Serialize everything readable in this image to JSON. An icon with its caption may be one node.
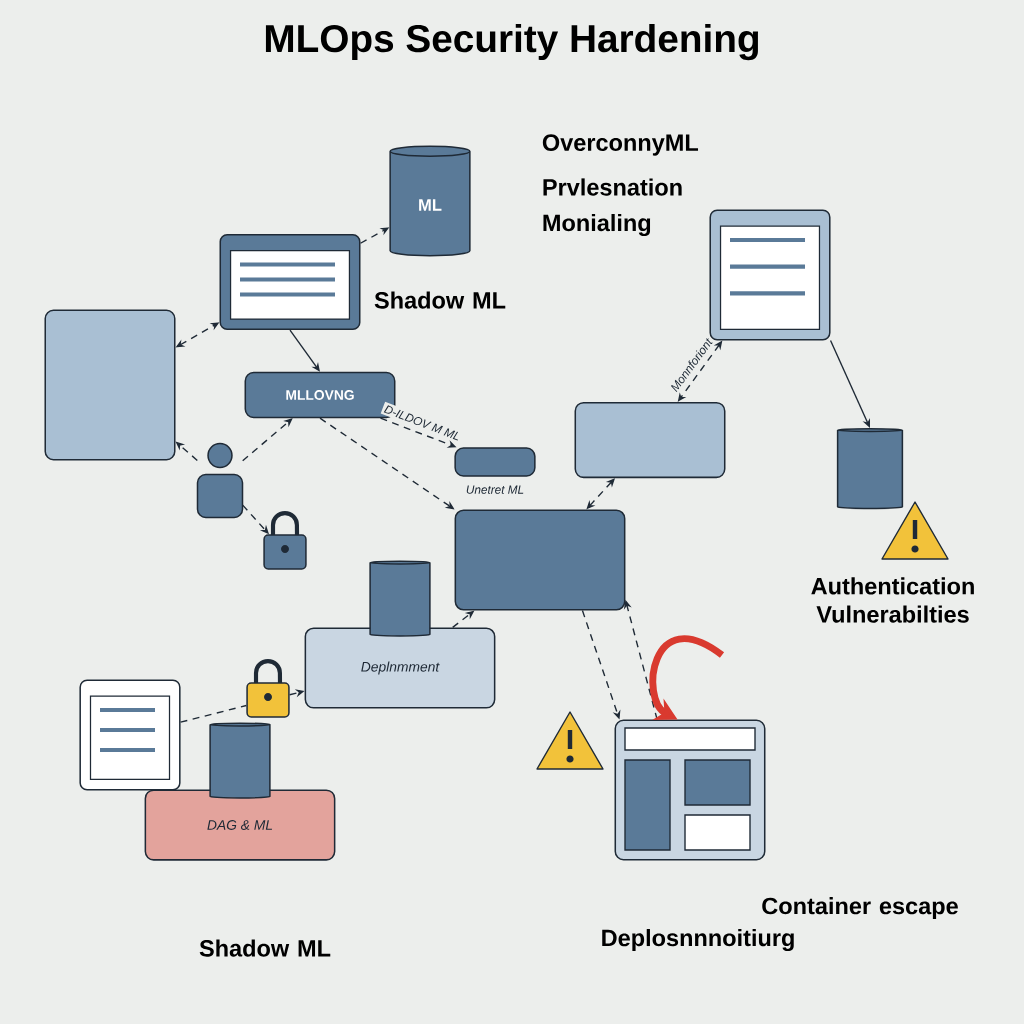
{
  "diagram": {
    "title": "MLOps Security Hardening",
    "nodes": [
      {
        "text": [
          "ML"
        ]
      },
      {
        "text": [],
        "shape": "box"
      },
      {
        "text": [],
        "shape": "box"
      },
      {
        "text": [
          "MLLOVNG"
        ]
      },
      {
        "text": [],
        "shape": "person"
      },
      {
        "text": [],
        "shape": "picture"
      },
      {
        "text": [],
        "shape": "box",
        "beside": [
          "Unetret ML"
        ]
      },
      {
        "text": [],
        "shape": "box"
      },
      {
        "text": [],
        "shape": "box"
      },
      {
        "text": [],
        "shape": "box"
      },
      {
        "text": [],
        "shape": "cylinder"
      },
      {
        "text": [
          "Deplnmment"
        ]
      },
      {
        "text": [
          "DAG & ML"
        ]
      },
      {
        "text": [],
        "shape": "box"
      },
      {
        "text": [],
        "shape": "picture"
      },
      {
        "text": [],
        "shape": "box"
      }
    ],
    "edges": [
      {
        "from": 1,
        "to": 0,
        "arrow": "to",
        "style": "dashed"
      },
      {
        "from": 2,
        "to": 1,
        "arrow": "both",
        "style": "dashed"
      },
      {
        "from": 1,
        "to": 3,
        "arrow": "to"
      },
      {
        "from": 4,
        "to": 3,
        "arrow": "to",
        "style": "dashed"
      },
      {
        "from": 3,
        "to": 6,
        "arrow": "to",
        "style": "dashed",
        "label": "D-ILDOV M ML"
      },
      {
        "from": 4,
        "to": 2,
        "arrow": "to",
        "style": "dashed"
      },
      {
        "from": 4,
        "to": 5,
        "arrow": "to",
        "style": "dashed"
      },
      {
        "from": 3,
        "to": 7,
        "arrow": "to",
        "style": "dashed"
      },
      {
        "from": 8,
        "to": 7,
        "arrow": "both",
        "style": "dashed"
      },
      {
        "from": 9,
        "to": 8,
        "arrow": "both",
        "style": "dashed",
        "label": "Monnforiont"
      },
      {
        "from": 9,
        "to": 10,
        "arrow": "to"
      },
      {
        "from": 11,
        "to": 7,
        "arrow": "to",
        "style": "dashed"
      },
      {
        "from": 14,
        "to": 11,
        "arrow": "to",
        "style": "dashed"
      },
      {
        "from": 13,
        "to": 14,
        "arrow": "none",
        "style": "dashed"
      },
      {
        "from": 7,
        "to": 15,
        "arrow": "to",
        "style": "dashed"
      },
      {
        "from": 15,
        "to": 7,
        "arrow": "to",
        "style": "dashed"
      },
      {
        "from": null,
        "to": 15,
        "arrow": "to",
        "style": "thick",
        "color": "#d93a2f"
      }
    ],
    "labels": [
      "Shadow ML",
      "OverconnyML",
      "Prvlesnation",
      "Monialing",
      "Authentication Vulnerabilties",
      "Container escape",
      "Deplosnnnoitiurg",
      "Shadow ML"
    ]
  }
}
